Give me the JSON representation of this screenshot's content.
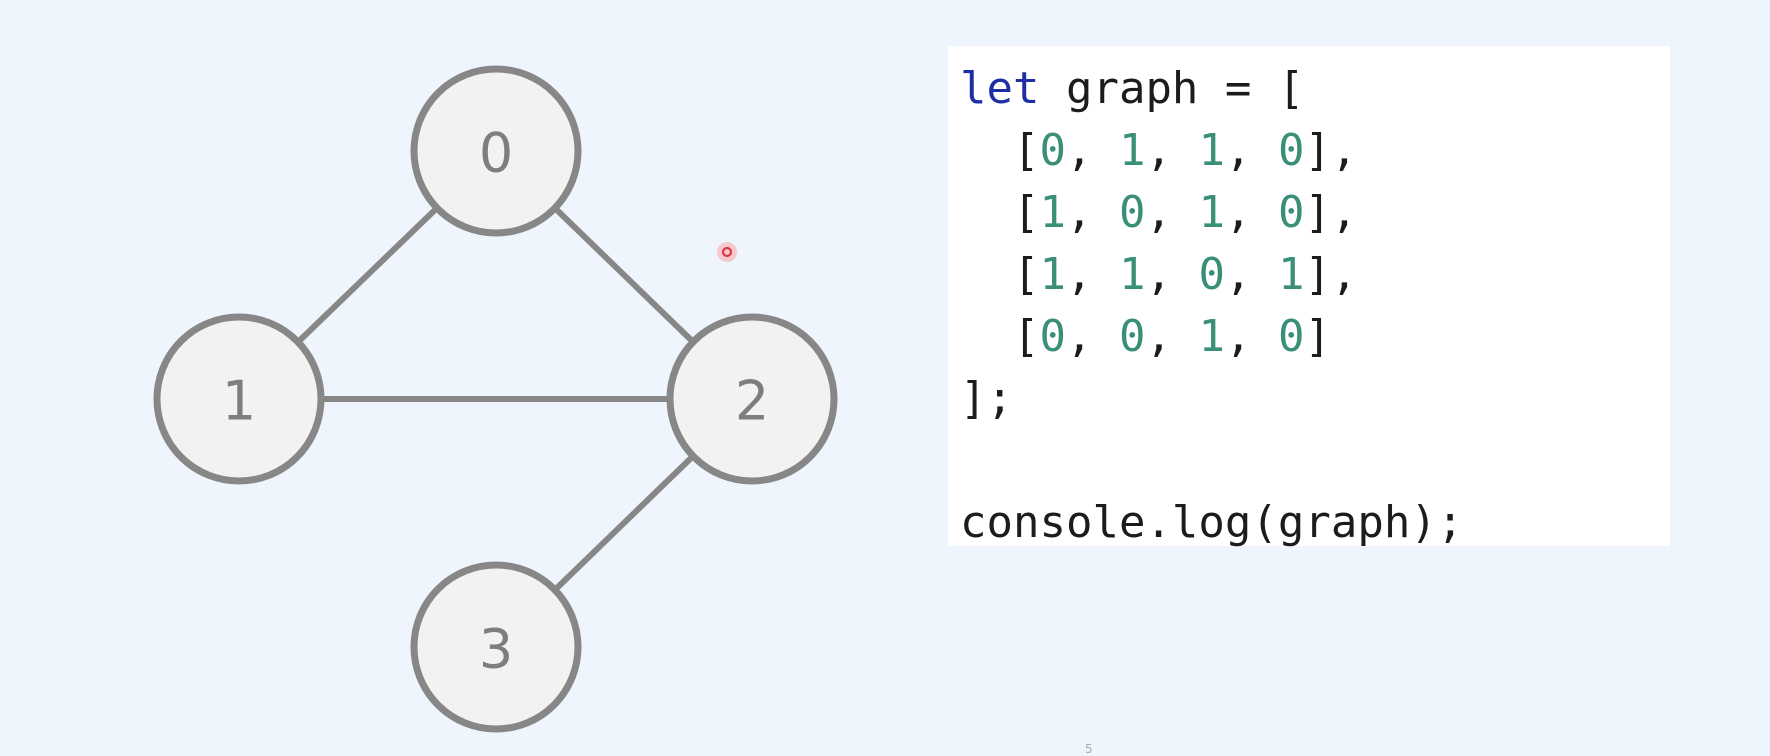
{
  "graph": {
    "nodes": [
      {
        "id": 0,
        "label": "0"
      },
      {
        "id": 1,
        "label": "1"
      },
      {
        "id": 2,
        "label": "2"
      },
      {
        "id": 3,
        "label": "3"
      }
    ],
    "edges": [
      [
        0,
        1
      ],
      [
        0,
        2
      ],
      [
        1,
        2
      ],
      [
        2,
        3
      ]
    ]
  },
  "code": {
    "line1_keyword": "let",
    "line1_rest": " graph = [",
    "matrix": [
      [
        "0",
        "1",
        "1",
        "0"
      ],
      [
        "1",
        "0",
        "1",
        "0"
      ],
      [
        "1",
        "1",
        "0",
        "1"
      ],
      [
        "0",
        "0",
        "1",
        "0"
      ]
    ],
    "close_line": "];",
    "blank_line": "",
    "console_line": "console.log(graph);"
  },
  "page_marker": "5",
  "colors": {
    "background": "#eff5fd",
    "node_fill": "#f2f2f2",
    "node_stroke": "#878787",
    "keyword": "#1f2ea3",
    "number": "#3a8f79",
    "pointer": "#d93a4b"
  }
}
